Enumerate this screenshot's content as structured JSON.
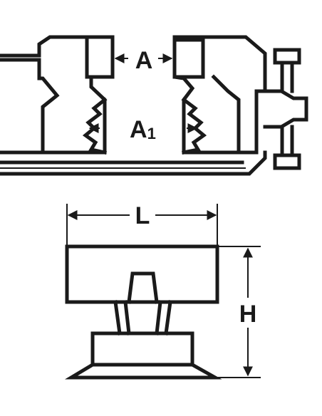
{
  "labels": {
    "jaw_opening": "A",
    "jaw_opening_serrated": "A",
    "jaw_opening_serrated_sub": "1",
    "length": "L",
    "height": "H"
  },
  "colors": {
    "line": "#1a1a1a",
    "background": "#ffffff"
  }
}
